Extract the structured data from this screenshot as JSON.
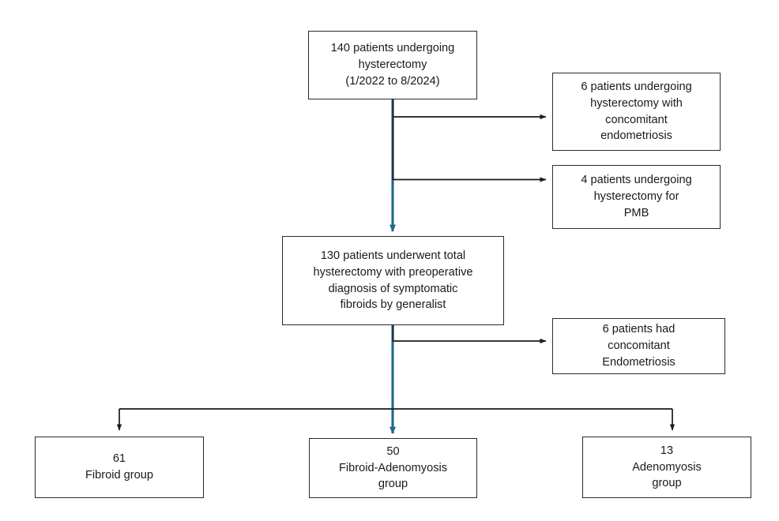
{
  "diagram": {
    "type": "patient-flow-diagram",
    "colors": {
      "trunk_blue": "#20678C",
      "box_border": "#2b2b2b",
      "connector_black": "#1a1a1a",
      "background": "#ffffff",
      "text": "#1a1a1a"
    },
    "nodes": [
      {
        "id": "root",
        "role": "enrollment",
        "text": "140 patients undergoing\nhysterectomy\n(1/2022 to 8/2024)",
        "count": 140
      },
      {
        "id": "excl-endo",
        "role": "exclusion",
        "text": "6 patients undergoing\nhysterectomy with\nconcomitant\nendometriosis",
        "count": 6
      },
      {
        "id": "excl-pmb",
        "role": "exclusion",
        "text": "4 patients undergoing\nhysterectomy for\nPMB",
        "count": 4
      },
      {
        "id": "cohort",
        "role": "cohort",
        "text": "130 patients underwent total\nhysterectomy with preoperative\ndiagnosis of symptomatic\nfibroids by generalist",
        "count": 130
      },
      {
        "id": "excl-conc",
        "role": "exclusion",
        "text": "6 patients had\nconcomitant\nEndometriosis",
        "count": 6
      },
      {
        "id": "grp-fib",
        "role": "group",
        "text": "61\nFibroid group",
        "count": 61
      },
      {
        "id": "grp-fa",
        "role": "group",
        "text": "50\nFibroid-Adenomyosis\ngroup",
        "count": 50
      },
      {
        "id": "grp-adeno",
        "role": "group",
        "text": "13\nAdenomyosis\ngroup",
        "count": 13
      }
    ],
    "connectors": [
      {
        "id": "trunk-upper",
        "from": "root",
        "to": "cohort",
        "style": "blue-arrow-down"
      },
      {
        "id": "branch-endo",
        "from": "trunk-upper",
        "to": "excl-endo",
        "style": "black-arrow-right"
      },
      {
        "id": "branch-pmb",
        "from": "trunk-upper",
        "to": "excl-pmb",
        "style": "black-arrow-right"
      },
      {
        "id": "trunk-lower",
        "from": "cohort",
        "to": "grp-fa",
        "style": "blue-arrow-down"
      },
      {
        "id": "branch-conc",
        "from": "trunk-lower",
        "to": "excl-conc",
        "style": "black-arrow-right"
      },
      {
        "id": "split-left",
        "from": "trunk-lower",
        "to": "grp-fib",
        "style": "black-arrow-down"
      },
      {
        "id": "split-right",
        "from": "trunk-lower",
        "to": "grp-adeno",
        "style": "black-arrow-down"
      }
    ]
  }
}
